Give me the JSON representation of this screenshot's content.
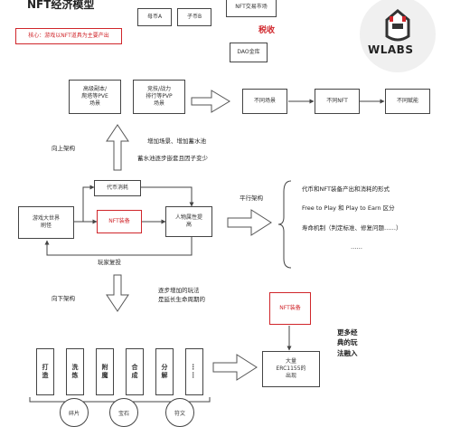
{
  "title": "NFT经济模型",
  "core_note": "核心：游戏以NFT道具为主要产出",
  "top": {
    "mother_coin": "母币A",
    "child_coin": "子币B",
    "nft_market": "NFT交易市场",
    "tax": "税收",
    "dao_treasury": "DAO金库"
  },
  "logo": {
    "text": "WLABS",
    "accent": "#d0262b"
  },
  "scene_pve": "高级副本/\n爬塔等PVE\n场景",
  "scene_pvp": "竞技/战力\n排行等PVP\n场景",
  "flow_right": [
    "不同场景",
    "不同NFT",
    "不同赋能"
  ],
  "up_arch": "向上架构",
  "up_note_1": "增加场景、增加蓄水池",
  "up_note_2": "蓄水池逐步嵌套且因子变少",
  "core_loop": {
    "start": "游戏大世界\n刷怪",
    "consume": "代币消耗",
    "nft": "NFT装备",
    "attr": "人物属性提\n高",
    "replay": "玩家复投"
  },
  "parallel": {
    "label": "平行架构",
    "items": [
      "代币和NFT装备产出和消耗的形式",
      "Free to Play 和  Play to Earn 区分",
      "寿命机制（判定标准、修复问题……）",
      "……"
    ]
  },
  "down": {
    "label": "向下架构",
    "note": "逐步增加的玩法\n是延长生命周期的",
    "actions": [
      "打造",
      "洗炼",
      "附魔",
      "合成",
      "分解",
      "……"
    ],
    "materials": [
      "碎片",
      "宝石",
      "符文"
    ],
    "nft_top": "NFT装备",
    "erc": "大量\nERC1155的\n出现",
    "more": "更多经\n典的玩\n法融入"
  },
  "colors": {
    "red": "#d0262b",
    "line": "#444444"
  }
}
